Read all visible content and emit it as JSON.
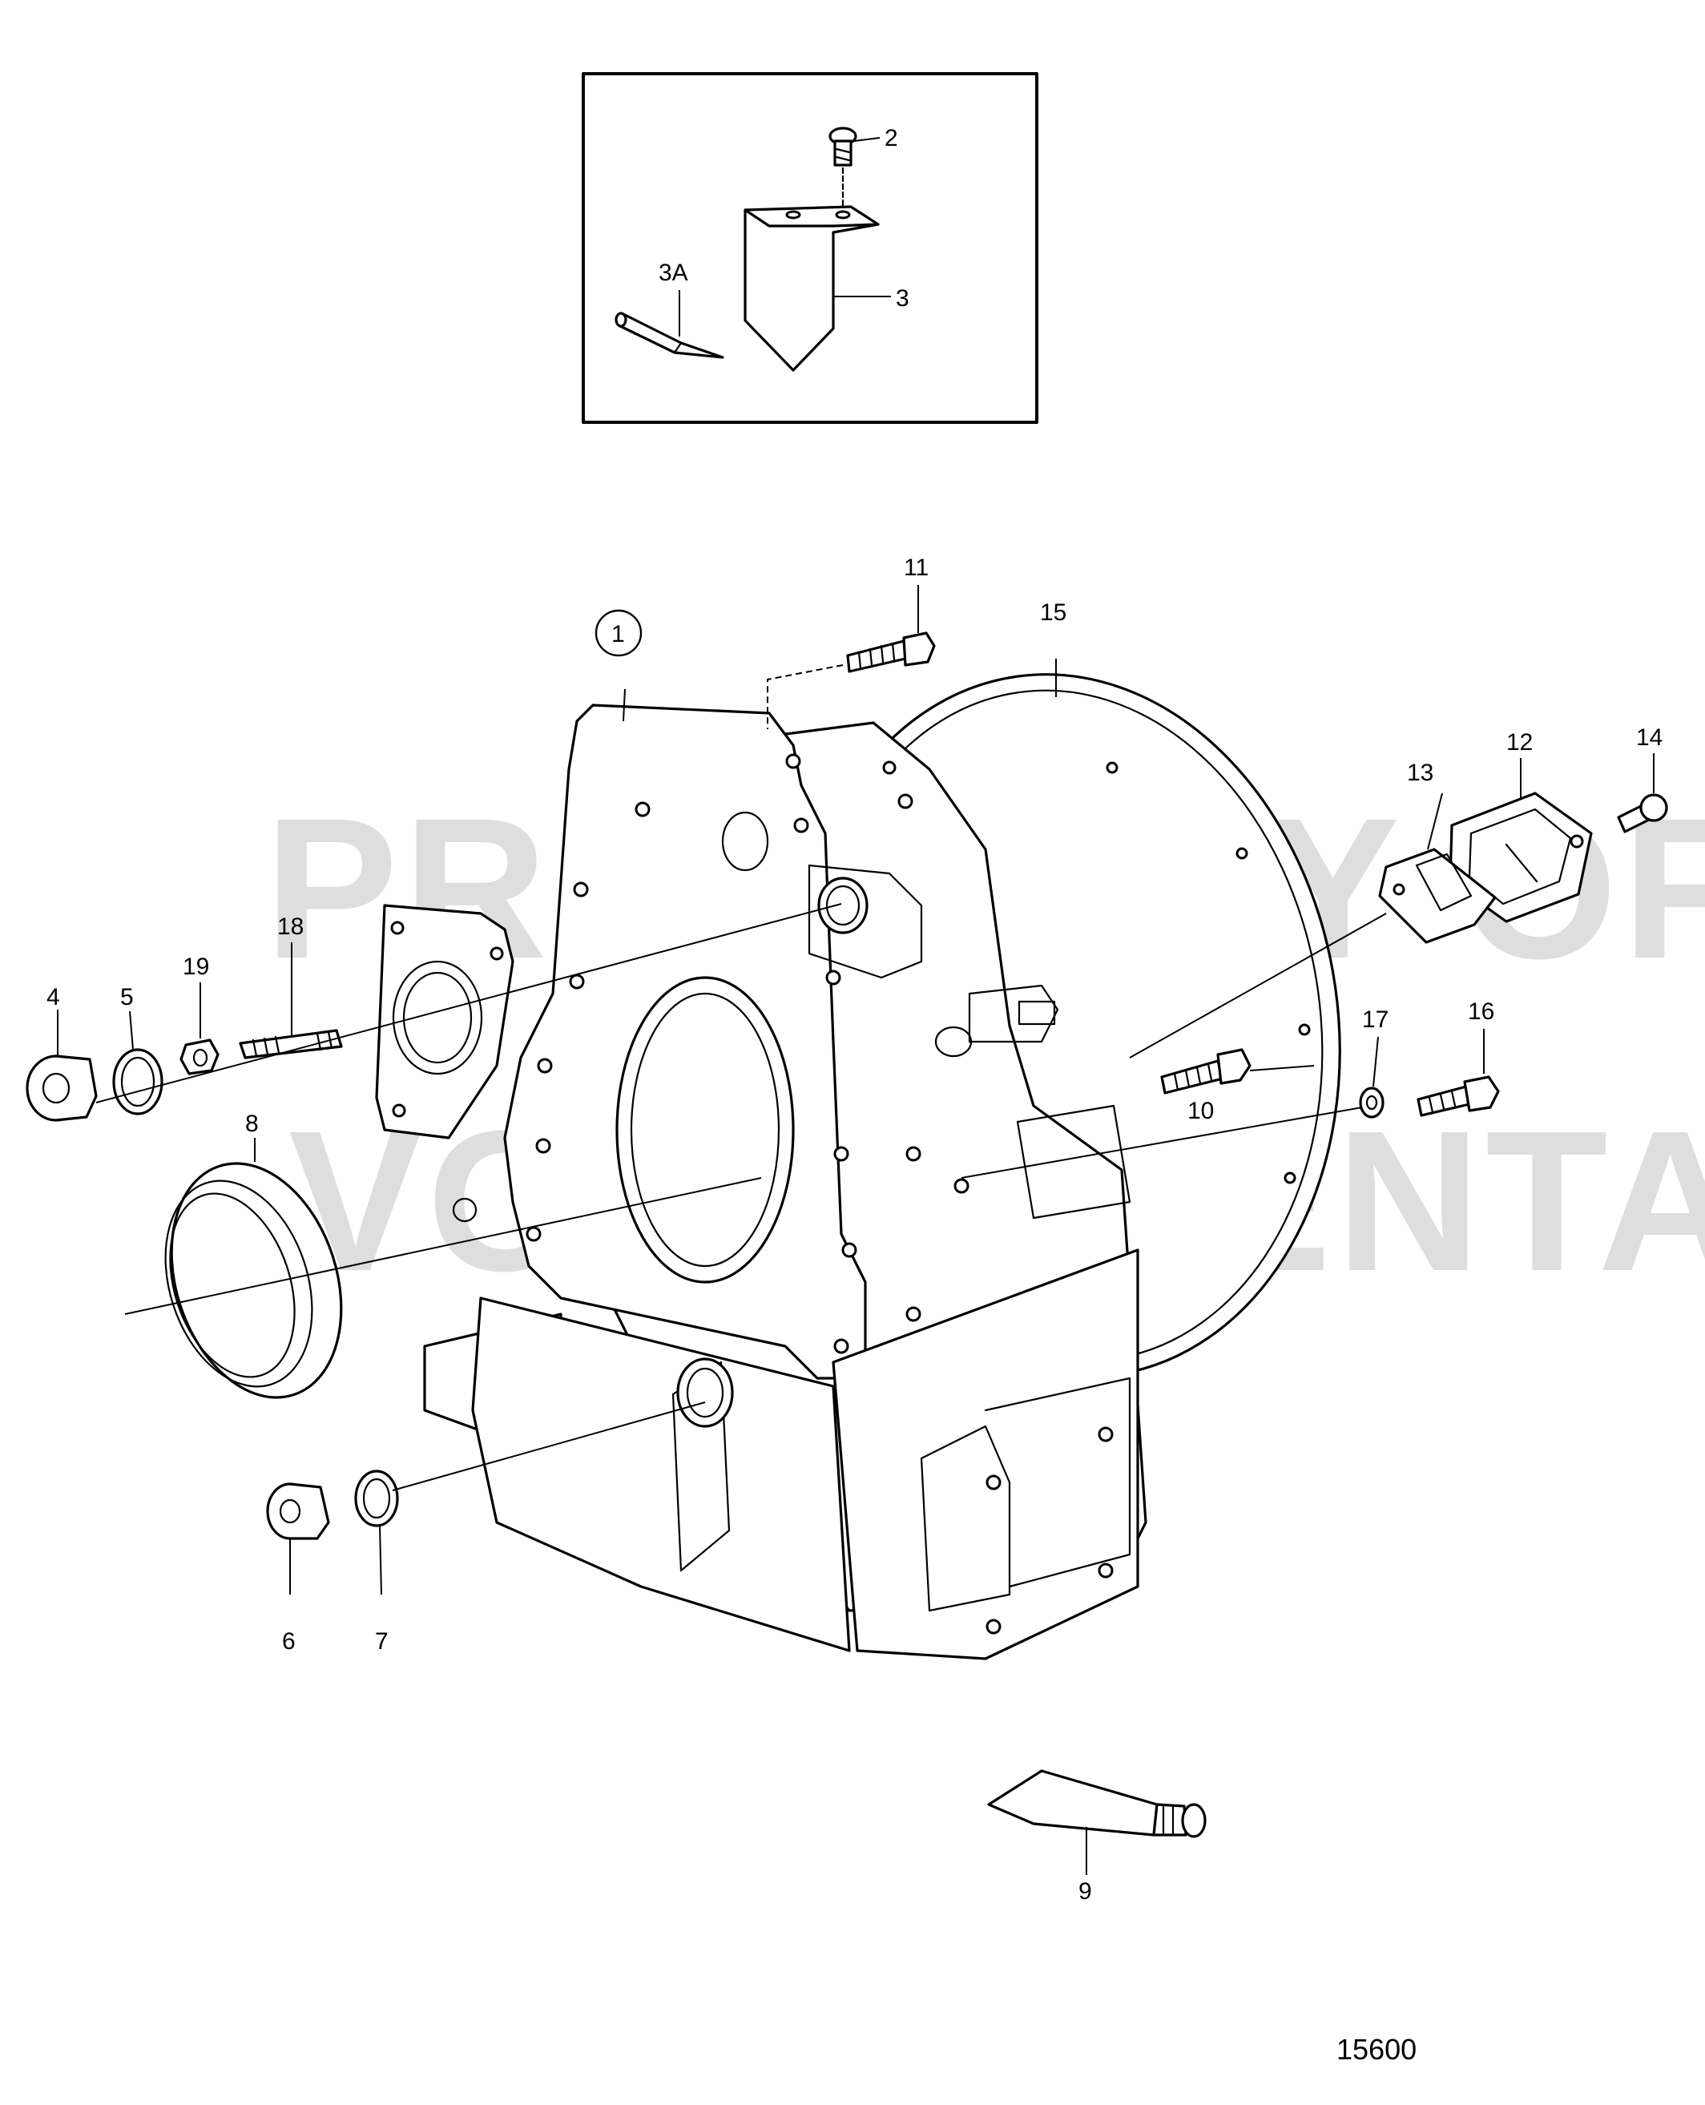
{
  "callouts": [
    {
      "id": "1",
      "text": "1"
    },
    {
      "id": "2",
      "text": "2"
    },
    {
      "id": "3",
      "text": "3"
    },
    {
      "id": "3A",
      "text": "3A"
    },
    {
      "id": "4",
      "text": "4"
    },
    {
      "id": "5",
      "text": "5"
    },
    {
      "id": "6",
      "text": "6"
    },
    {
      "id": "7",
      "text": "7"
    },
    {
      "id": "8",
      "text": "8"
    },
    {
      "id": "9",
      "text": "9"
    },
    {
      "id": "10",
      "text": "10"
    },
    {
      "id": "11",
      "text": "11"
    },
    {
      "id": "12",
      "text": "12"
    },
    {
      "id": "13",
      "text": "13"
    },
    {
      "id": "14",
      "text": "14"
    },
    {
      "id": "15",
      "text": "15"
    },
    {
      "id": "16",
      "text": "16"
    },
    {
      "id": "17",
      "text": "17"
    },
    {
      "id": "18",
      "text": "18"
    },
    {
      "id": "19",
      "text": "19"
    }
  ],
  "watermark": {
    "line1": "PROPERTY OF",
    "line2": "VOLVO PENTA"
  },
  "drawing_number": "15600",
  "colors": {
    "line": "#000000",
    "background": "#ffffff",
    "watermark": "#c4c4c4"
  }
}
